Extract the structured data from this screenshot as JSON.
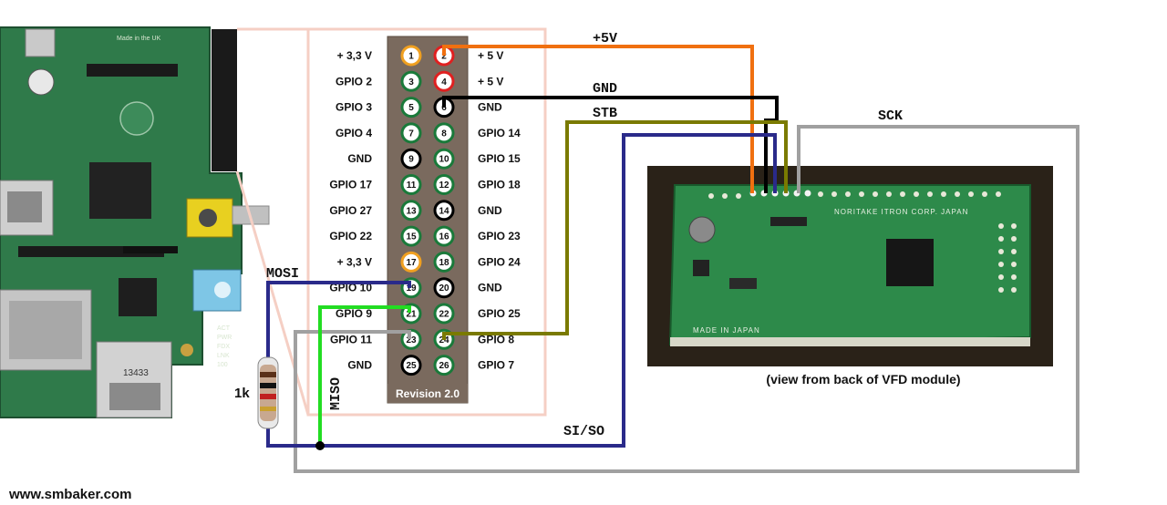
{
  "header": {
    "revision": "Revision 2.0"
  },
  "pins": [
    {
      "num": "1",
      "label": "+ 3,3 V",
      "color": "#f0a020"
    },
    {
      "num": "2",
      "label": "+ 5 V",
      "color": "#e02020"
    },
    {
      "num": "3",
      "label": "GPIO 2",
      "color": "#1a7a3a"
    },
    {
      "num": "4",
      "label": "+ 5 V",
      "color": "#e02020"
    },
    {
      "num": "5",
      "label": "GPIO 3",
      "color": "#1a7a3a"
    },
    {
      "num": "6",
      "label": "GND",
      "color": "#000000"
    },
    {
      "num": "7",
      "label": "GPIO 4",
      "color": "#1a7a3a"
    },
    {
      "num": "8",
      "label": "GPIO 14",
      "color": "#1a7a3a"
    },
    {
      "num": "9",
      "label": "GND",
      "color": "#000000"
    },
    {
      "num": "10",
      "label": "GPIO 15",
      "color": "#1a7a3a"
    },
    {
      "num": "11",
      "label": "GPIO 17",
      "color": "#1a7a3a"
    },
    {
      "num": "12",
      "label": "GPIO 18",
      "color": "#1a7a3a"
    },
    {
      "num": "13",
      "label": "GPIO 27",
      "color": "#1a7a3a"
    },
    {
      "num": "14",
      "label": "GND",
      "color": "#000000"
    },
    {
      "num": "15",
      "label": "GPIO 22",
      "color": "#1a7a3a"
    },
    {
      "num": "16",
      "label": "GPIO 23",
      "color": "#1a7a3a"
    },
    {
      "num": "17",
      "label": "+ 3,3 V",
      "color": "#f0a020"
    },
    {
      "num": "18",
      "label": "GPIO 24",
      "color": "#1a7a3a"
    },
    {
      "num": "19",
      "label": "GPIO 10",
      "color": "#1a7a3a"
    },
    {
      "num": "20",
      "label": "GND",
      "color": "#000000"
    },
    {
      "num": "21",
      "label": "GPIO 9",
      "color": "#1a7a3a"
    },
    {
      "num": "22",
      "label": "GPIO 25",
      "color": "#1a7a3a"
    },
    {
      "num": "23",
      "label": "GPIO 11",
      "color": "#1a7a3a"
    },
    {
      "num": "24",
      "label": "GPIO 8",
      "color": "#1a7a3a"
    },
    {
      "num": "25",
      "label": "GND",
      "color": "#000000"
    },
    {
      "num": "26",
      "label": "GPIO 7",
      "color": "#1a7a3a"
    }
  ],
  "wires": {
    "plus5v": {
      "label": "+5V",
      "color": "#f07010"
    },
    "gnd": {
      "label": "GND",
      "color": "#000000"
    },
    "stb": {
      "label": "STB",
      "color": "#7a7a00"
    },
    "sck": {
      "label": "SCK",
      "color": "#a0a0a0"
    },
    "siso": {
      "label": "SI/SO",
      "color": "#2a2a8a"
    },
    "mosi": {
      "label": "MOSI",
      "color": "#2a2a8a"
    },
    "miso": {
      "label": "MISO",
      "color": "#22dd22"
    }
  },
  "resistor": {
    "label": "1k"
  },
  "raspberry_pi": {
    "text_made_in": "Made in the UK",
    "text_usb": "13433",
    "led_labels": [
      "ACT",
      "PWR",
      "FDX",
      "LNK",
      "100"
    ]
  },
  "vfd": {
    "brand_text": "NORITAKE ITRON CORP. JAPAN",
    "made_text": "MADE IN JAPAN",
    "caption": "(view from back of VFD module)"
  },
  "footer": {
    "website": "www.smbaker.com"
  }
}
